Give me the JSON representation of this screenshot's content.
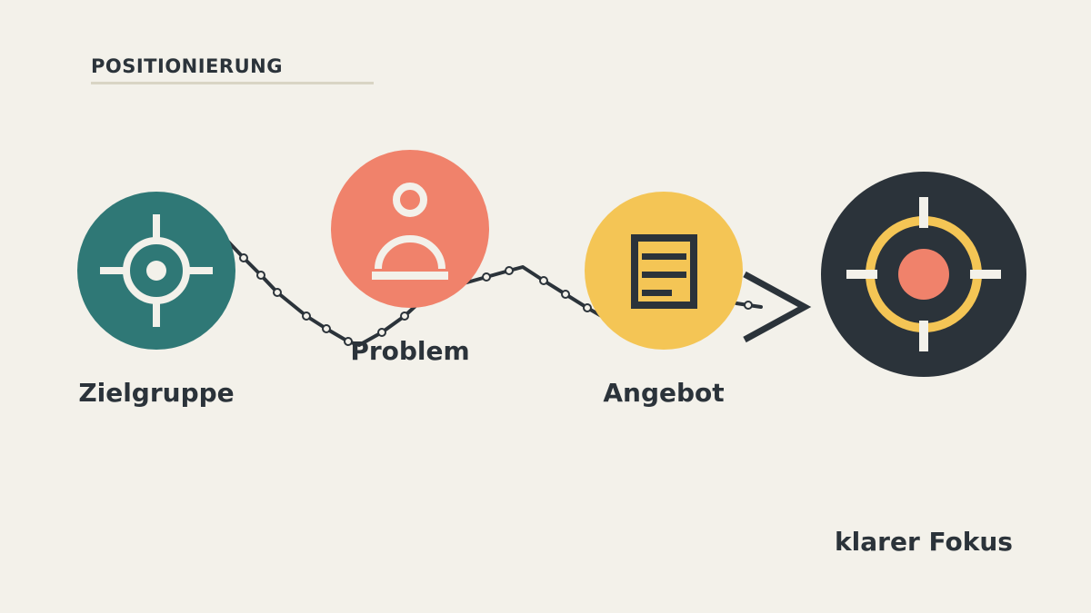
{
  "heading": "POSITIONIERUNG",
  "colors": {
    "background": "#f3f1ea",
    "ink": "#2b333a",
    "teal": "#2f7876",
    "coral": "#f0826b",
    "gold": "#f4c555",
    "cream": "#f3f1ea",
    "rule": "#d9d5c4"
  },
  "steps": [
    {
      "label": "Zielgruppe",
      "icon": "crosshair-icon",
      "color": "#2f7876"
    },
    {
      "label": "Problem",
      "icon": "person-icon",
      "color": "#f0826b"
    },
    {
      "label": "Angebot",
      "icon": "document-icon",
      "color": "#f4c555"
    },
    {
      "label": "klarer Fokus",
      "icon": "target-icon",
      "color": "#2b333a"
    }
  ],
  "connector": "path-with-dots-ending-in-arrow"
}
